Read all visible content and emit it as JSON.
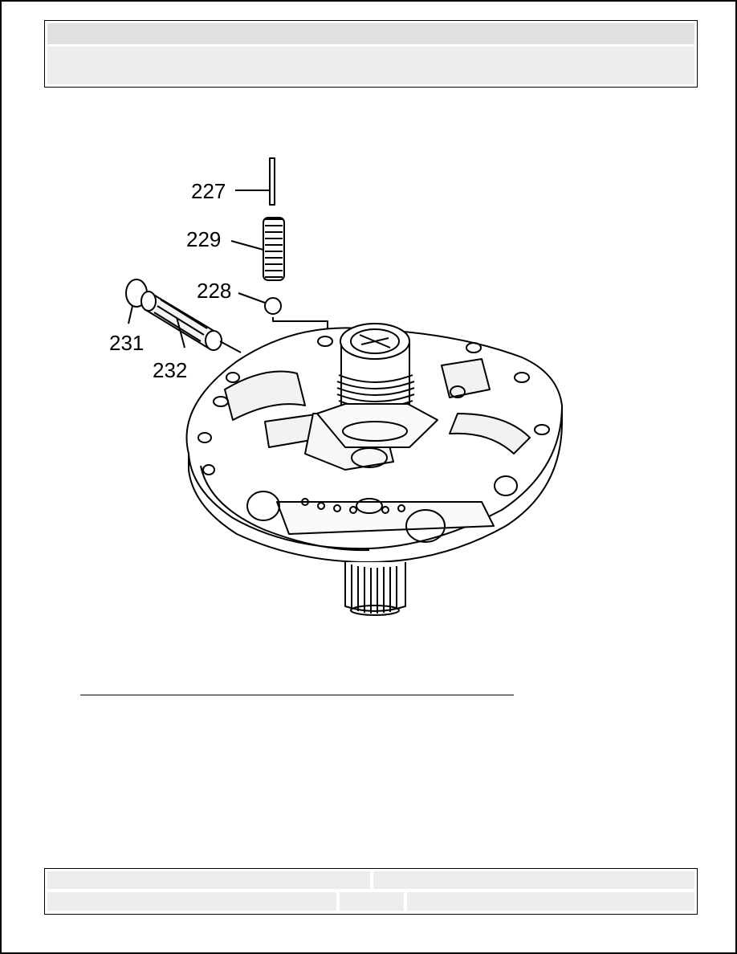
{
  "figure": {
    "callouts": [
      "227",
      "229",
      "228",
      "231",
      "232"
    ]
  }
}
